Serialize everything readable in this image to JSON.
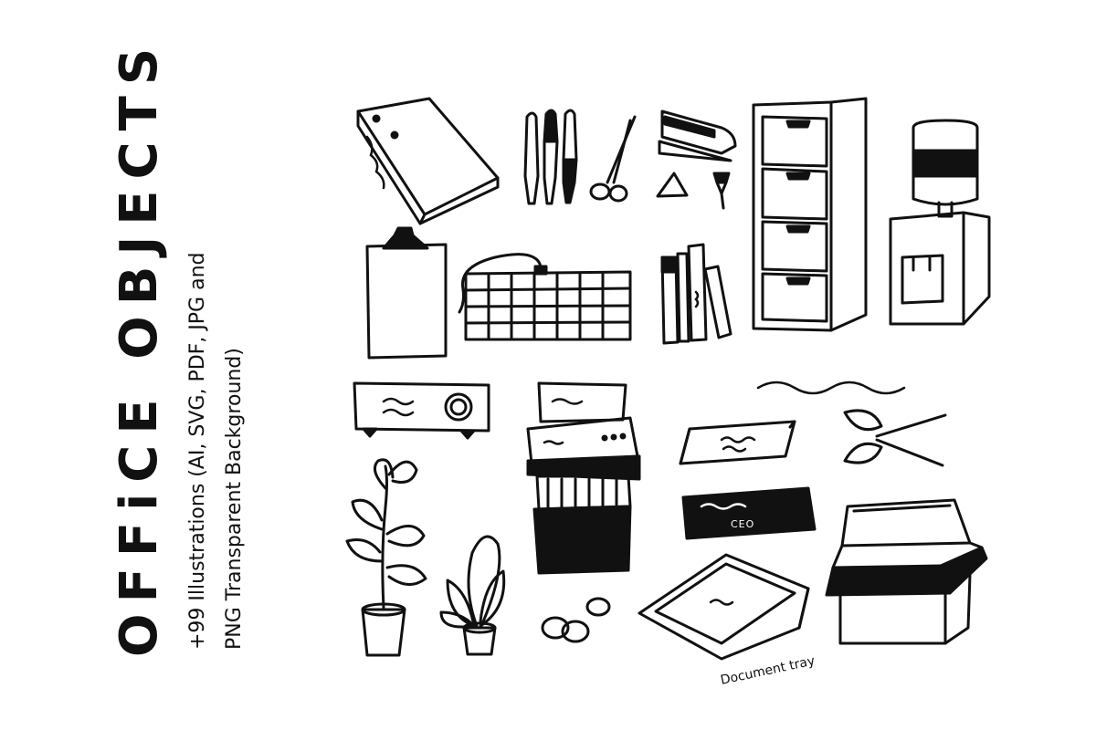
{
  "title": "OFFiCE OBJECTS",
  "subtitle_line1": "+99 Illustrations (AI, SVG, PDF, JPG and",
  "subtitle_line2": "PNG Transparent Background)",
  "labels": {
    "document_tray": "Document tray",
    "ceo_sign": "CEO"
  },
  "icons": [
    "binder-icon",
    "pens-icon",
    "scissors-small-icon",
    "stapler-icon",
    "pushpin-icon",
    "filing-cabinet-icon",
    "water-cooler-icon",
    "clipboard-icon",
    "keyboard-icon",
    "books-icon",
    "projector-icon",
    "shredder-icon",
    "desk-nameplate-icon",
    "scissors-icon",
    "ceo-nameplate-icon",
    "potted-plant-tall-icon",
    "potted-plant-small-icon",
    "paper-clips-icon",
    "document-tray-icon",
    "cardboard-box-icon"
  ],
  "colors": {
    "ink": "#111111",
    "background": "#ffffff"
  }
}
